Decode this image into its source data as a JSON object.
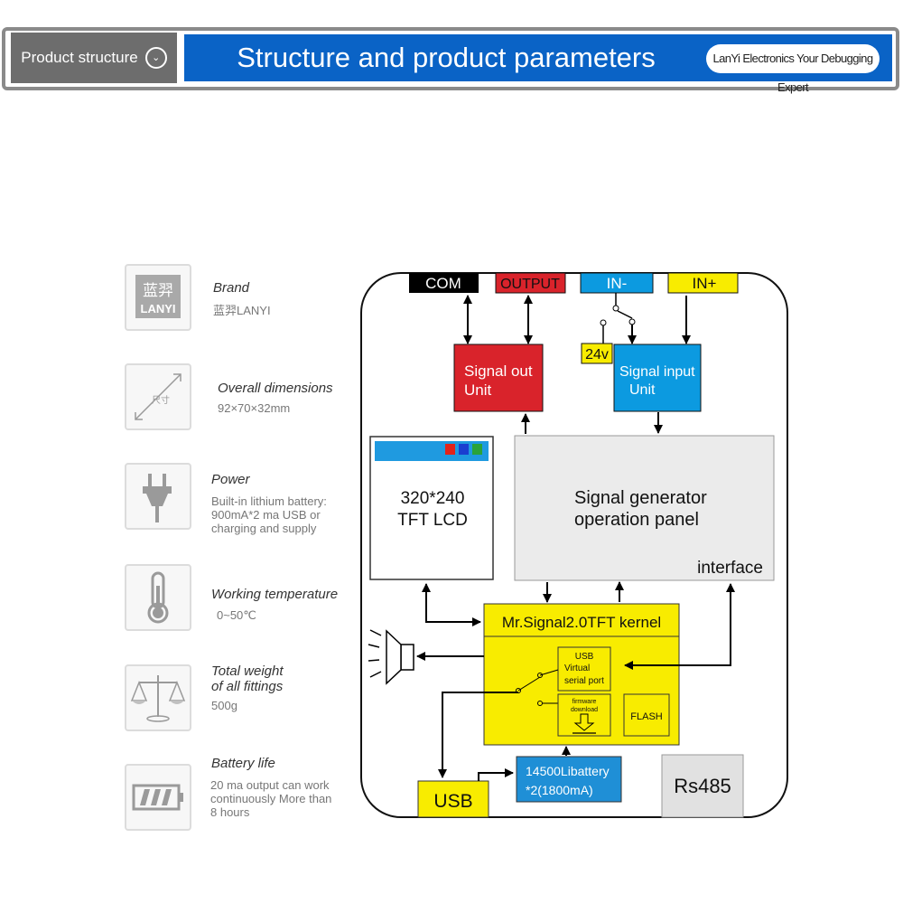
{
  "header": {
    "product_structure_label": "Product structure",
    "title": "Structure and product parameters",
    "tagline": "LanYi Electronics Your Debugging Expert"
  },
  "specs": [
    {
      "icon": "brand-logo-icon",
      "logo_cn": "蓝羿",
      "logo_en": "LANYI",
      "heading": "Brand",
      "value": "蓝羿LANYI"
    },
    {
      "icon": "dimensions-icon",
      "icon_text": "尺寸",
      "heading": "Overall dimensions",
      "value": "92×70×32mm"
    },
    {
      "icon": "power-plug-icon",
      "heading": "Power",
      "value_lines": [
        "Built-in lithium battery:",
        "900mA*2 ma USB or",
        "charging and supply"
      ]
    },
    {
      "icon": "thermometer-icon",
      "heading": "Working temperature",
      "value": "0~50℃"
    },
    {
      "icon": "scale-icon",
      "heading_lines": [
        "Total weight",
        "of all fittings"
      ],
      "value": "500g"
    },
    {
      "icon": "battery-icon",
      "heading": "Battery life",
      "value_lines": [
        "20 ma output can work",
        "continuously More than",
        "8 hours"
      ]
    }
  ],
  "diagram": {
    "ports": {
      "com": "COM",
      "output": "OUTPUT",
      "in_minus": "IN-",
      "in_plus": "IN+"
    },
    "voltage_label": "24v",
    "signal_out": [
      "Signal out",
      "Unit"
    ],
    "signal_in": [
      "Signal input",
      "Unit"
    ],
    "lcd": [
      "320*240",
      "TFT LCD"
    ],
    "panel": [
      "Signal generator",
      "operation panel"
    ],
    "interface_label": "interface",
    "kernel_title": "Mr.Signal2.0TFT kernel",
    "usb_virtual": [
      "USB",
      "Virtual",
      "serial port"
    ],
    "firmware": [
      "firmware",
      "download"
    ],
    "flash": "FLASH",
    "battery": [
      "14500Libattery",
      "*2(1800mA)"
    ],
    "usb": "USB",
    "rs485": "Rs485",
    "colors": {
      "red": "#d9232b",
      "blue": "#0c9ae0",
      "yellow": "#f8ec00",
      "panel_gray": "#ebebeb",
      "lcd_bar": "#1f9ae0"
    }
  }
}
